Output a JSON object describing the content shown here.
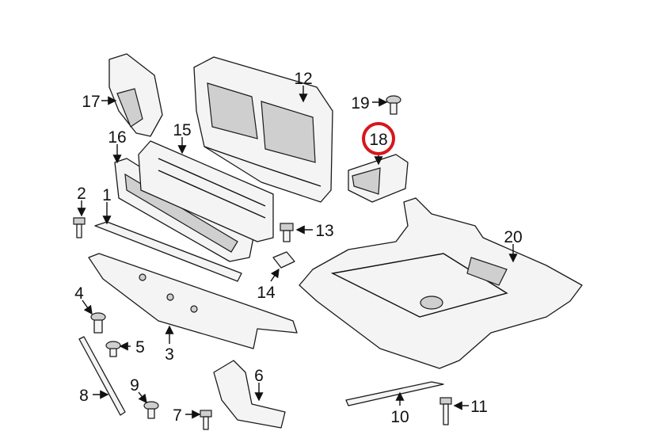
{
  "diagram": {
    "highlight_color": "#d8161b",
    "highlighted_part": "18",
    "callouts": [
      "1",
      "2",
      "3",
      "4",
      "5",
      "6",
      "7",
      "8",
      "9",
      "10",
      "11",
      "12",
      "13",
      "14",
      "15",
      "16",
      "17",
      "18",
      "19",
      "20"
    ]
  }
}
